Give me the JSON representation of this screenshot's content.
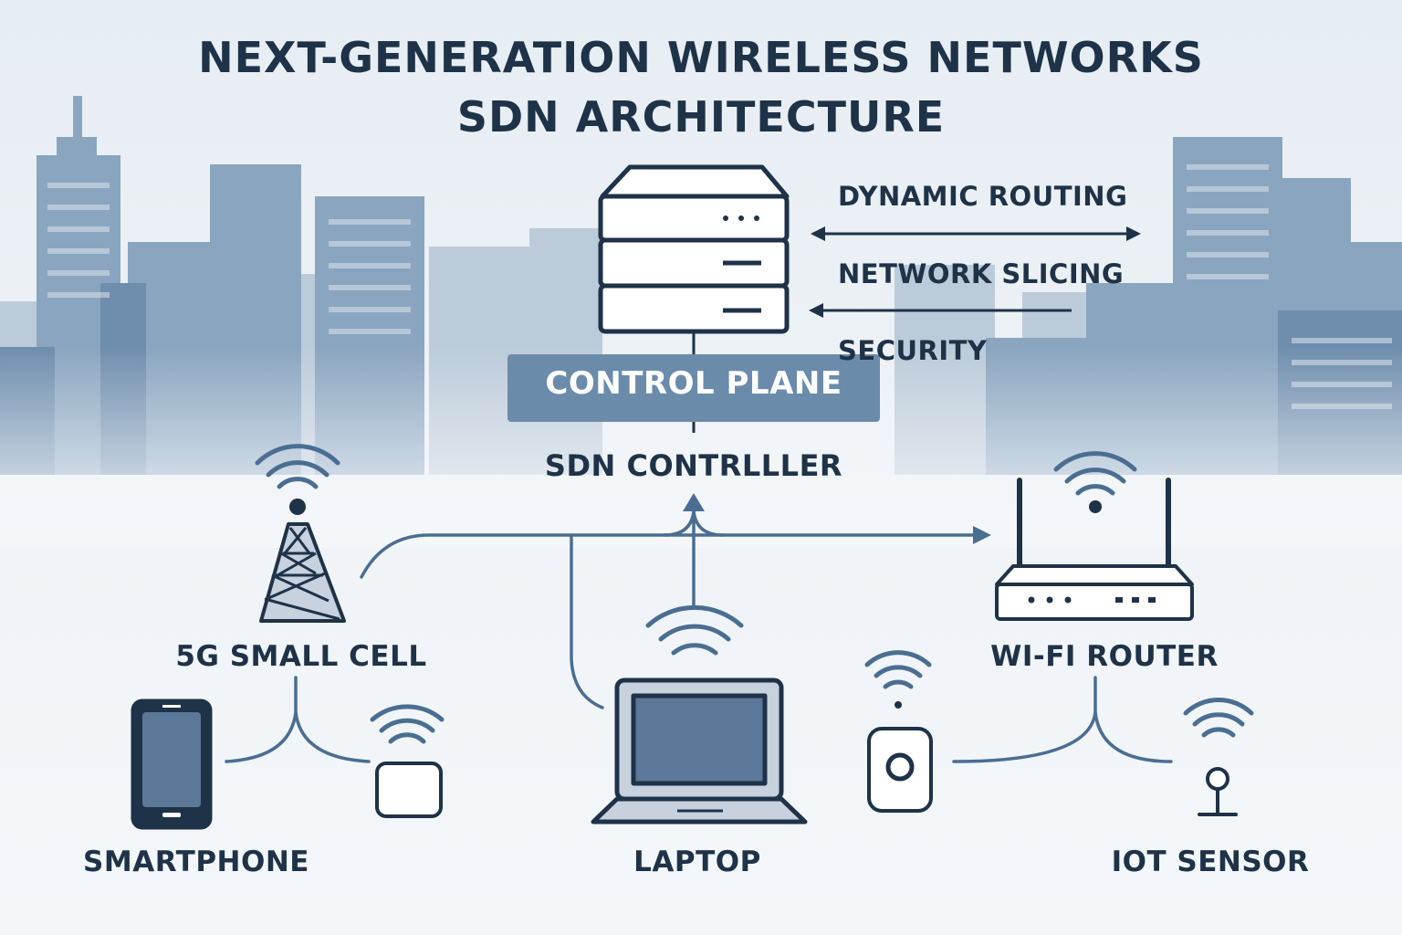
{
  "title": {
    "line1": "NEXT-GENERATION WIRELESS NETWORKS",
    "line2": "SDN ARCHITECTURE"
  },
  "controller": {
    "functions": [
      "DYNAMIC ROUTING",
      "NETWORK SLICING",
      "SECURITY"
    ],
    "plane_label": "CONTROL PLANE",
    "controller_label": "SDN CONTRLLLER"
  },
  "nodes": {
    "small_cell": "5G SMALL CELL",
    "wifi_router": "WI-FI ROUTER",
    "smartphone": "SMARTPHONE",
    "laptop": "LAPTOP",
    "iot_sensor": "IOT SENSOR"
  },
  "colors": {
    "ink": "#1e3248",
    "accent": "#4a6e92",
    "city": "#7f9bb7",
    "plane_fill": "#6b8bab",
    "background": "#f4f7fa"
  },
  "icons": [
    "server-stack-icon",
    "cell-tower-icon",
    "router-icon",
    "smartphone-icon",
    "laptop-icon",
    "smart-speaker-icon",
    "iot-sensor-icon",
    "small-device-icon",
    "wifi-icon"
  ]
}
